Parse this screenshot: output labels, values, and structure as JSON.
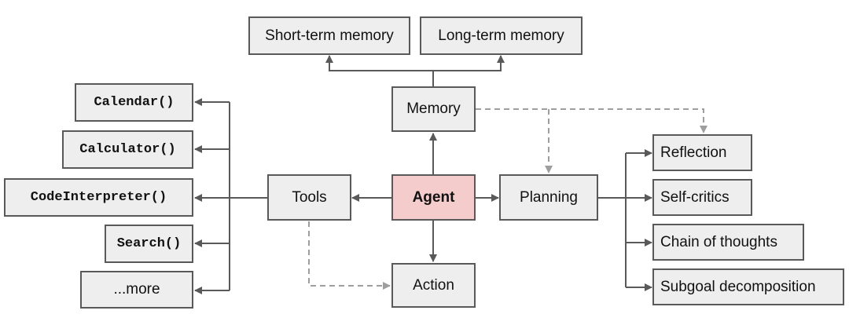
{
  "nodes": {
    "short_term_memory": "Short-term memory",
    "long_term_memory": "Long-term memory",
    "memory": "Memory",
    "agent": "Agent",
    "tools": "Tools",
    "planning": "Planning",
    "action": "Action",
    "tools_list": {
      "calendar": "Calendar()",
      "calculator": "Calculator()",
      "code_interpreter": "CodeInterpreter()",
      "search": "Search()",
      "more": "...more"
    },
    "planning_list": {
      "reflection": "Reflection",
      "self_critics": "Self-critics",
      "chain_of_thoughts": "Chain of thoughts",
      "subgoal_decomposition": "Subgoal decomposition"
    }
  },
  "colors": {
    "box_fill": "#eeeeee",
    "box_border": "#595959",
    "agent_fill": "#f4cccc",
    "solid_edge": "#595959",
    "dashed_edge": "#9e9e9e"
  }
}
